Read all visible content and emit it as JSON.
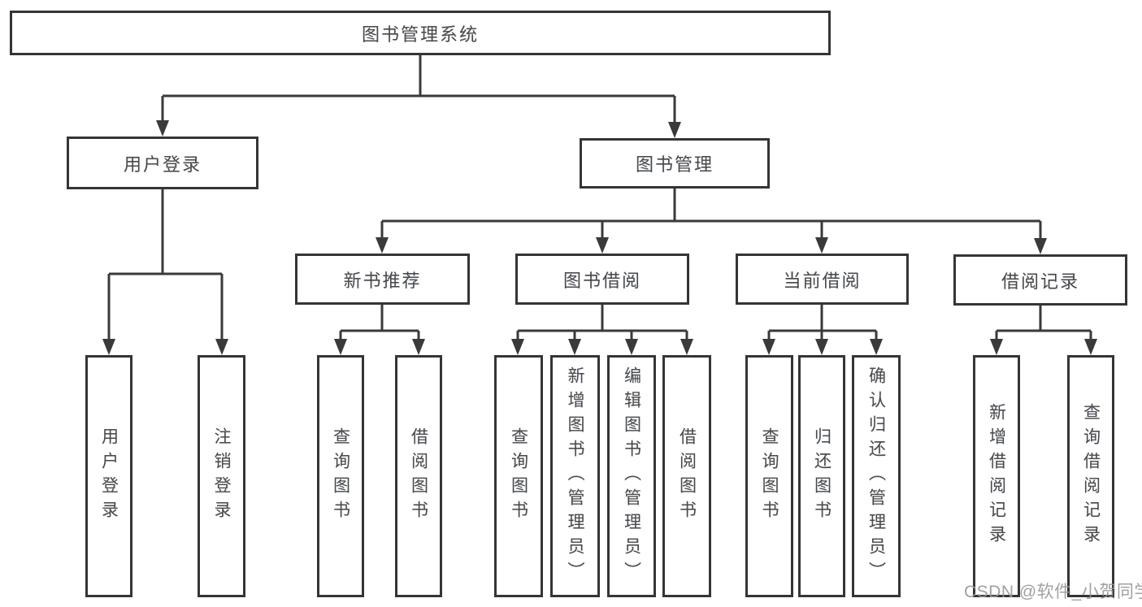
{
  "colors": {
    "line": "#3a3a3a",
    "box_border": "#353535",
    "text": "#4a4a4a",
    "watermark": "#969696",
    "background": "#ffffff"
  },
  "tree": {
    "root": {
      "label": "图书管理系统"
    },
    "children": [
      {
        "label": "用户登录",
        "children": [
          {
            "label": "用户登录"
          },
          {
            "label": "注销登录"
          }
        ]
      },
      {
        "label": "图书管理",
        "children": [
          {
            "label": "新书推荐",
            "children": [
              {
                "label": "查询图书"
              },
              {
                "label": "借阅图书"
              }
            ]
          },
          {
            "label": "图书借阅",
            "children": [
              {
                "label": "查询图书"
              },
              {
                "label": "新增图书（管理员）"
              },
              {
                "label": "编辑图书（管理员）"
              },
              {
                "label": "借阅图书"
              }
            ]
          },
          {
            "label": "当前借阅",
            "children": [
              {
                "label": "查询图书"
              },
              {
                "label": "归还图书"
              },
              {
                "label": "确认归还（管理员）"
              }
            ]
          },
          {
            "label": "借阅记录",
            "children": [
              {
                "label": "新增借阅记录"
              },
              {
                "label": "查询借阅记录"
              }
            ]
          }
        ]
      }
    ]
  },
  "watermark": {
    "text": "CSDN @软件_小贺同学"
  }
}
